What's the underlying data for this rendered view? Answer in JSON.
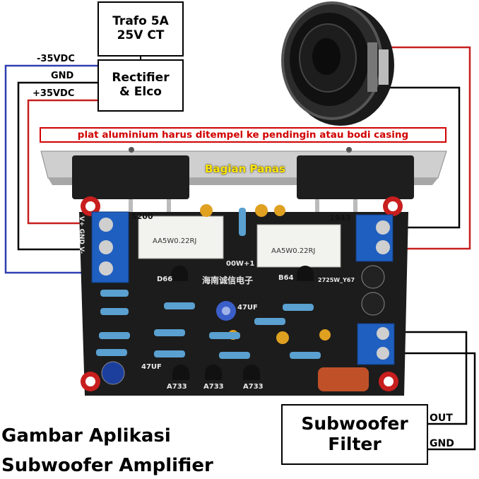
{
  "transformer": {
    "line1": "Trafo 5A",
    "line2": "25V CT"
  },
  "rectifier": {
    "line1": "Rectifier",
    "line2": "& Elco"
  },
  "supply": {
    "neg": "-35VDC",
    "gnd": "GND",
    "pos": "+35VDC"
  },
  "heatsink_note": "plat aluminium harus ditempel ke pendingin atau bodi casing",
  "hot_area": "Bagian Panas",
  "filter": {
    "line1": "Subwoofer",
    "line2": "Filter",
    "out": "OUT",
    "gnd": "GND"
  },
  "caption": {
    "line1": "Gambar Aplikasi",
    "line2": "Subwoofer Amplifier"
  },
  "board": {
    "left_transistor": "5200",
    "right_transistor": "1943",
    "resistor_left": "AA5W0.22RJ",
    "resistor_right": "AA5W0.22RJ",
    "chinese": "海南诚信电子",
    "power": "00W+1",
    "d_left": "D66",
    "d_right": "B64",
    "pcb_code": "2725W_Y67",
    "cap_center": "47UF",
    "cap_left": "47UF",
    "a733_1": "A733",
    "a733_2": "A733",
    "a733_3": "A733",
    "left_term": "V+ GND V-"
  },
  "colors": {
    "negative_wire": "#2f3fb0",
    "ground_wire": "#000000",
    "positive_wire": "#c81e1e",
    "pcb": "#1c1c1c",
    "terminal": "#1f5fc0",
    "heatsink_plate": "#c9c9c9"
  }
}
